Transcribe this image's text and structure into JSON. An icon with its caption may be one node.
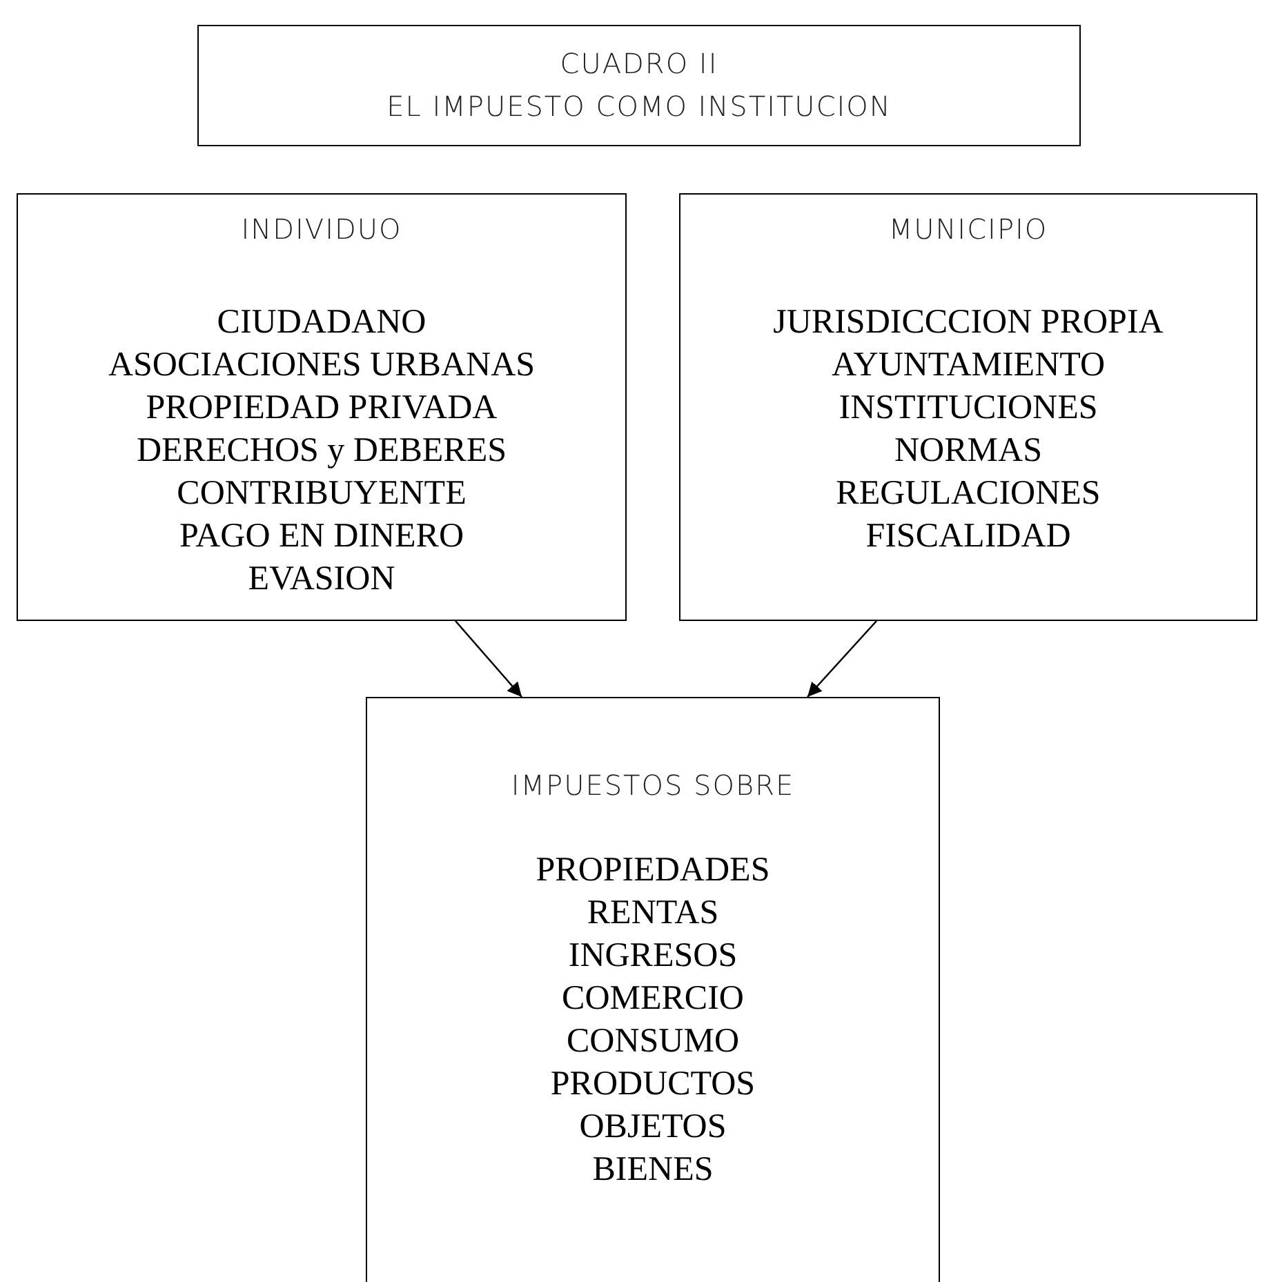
{
  "diagram": {
    "nodes": [
      {
        "text": [
          "CUADRO II",
          "EL IMPUESTO COMO INSTITUCION"
        ]
      },
      {
        "text": [
          "INDIVIDUO",
          "CIUDADANO",
          "ASOCIACIONES URBANAS",
          "PROPIEDAD PRIVADA",
          "DERECHOS y DEBERES",
          "CONTRIBUYENTE",
          "PAGO EN DINERO",
          "EVASION"
        ]
      },
      {
        "text": [
          "MUNICIPIO",
          "JURISDICCCION PROPIA",
          "AYUNTAMIENTO",
          "INSTITUCIONES",
          "NORMAS",
          "REGULACIONES",
          "FISCALIDAD"
        ]
      },
      {
        "text": [
          "IMPUESTOS SOBRE",
          "PROPIEDADES",
          "RENTAS",
          "INGRESOS",
          "COMERCIO",
          "CONSUMO",
          "PRODUCTOS",
          "OBJETOS",
          "BIENES"
        ]
      }
    ],
    "edges": [
      {
        "from": 1,
        "to": 3,
        "arrow": "to"
      },
      {
        "from": 2,
        "to": 3,
        "arrow": "to"
      }
    ]
  }
}
